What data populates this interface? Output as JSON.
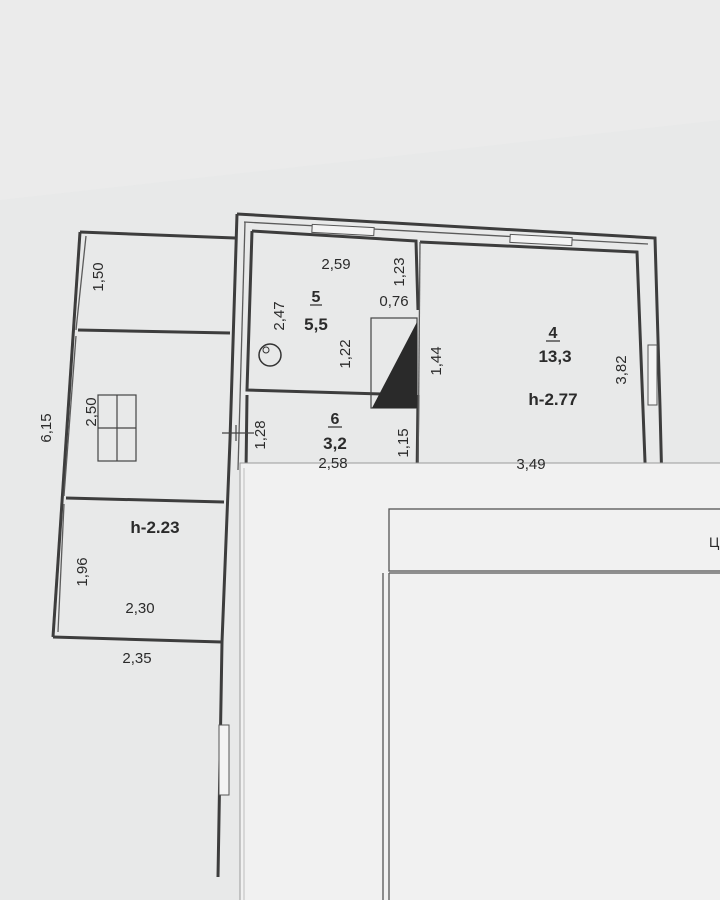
{
  "plan": {
    "rooms": [
      {
        "id": "4",
        "area": "13,3",
        "height": "h-2.77"
      },
      {
        "id": "5",
        "area": "5,5"
      },
      {
        "id": "6",
        "area": "3,2"
      }
    ],
    "left_block_height": "h-2.23",
    "dimensions": {
      "r5_top": "2,59",
      "r5_left": "2,47",
      "r5_right_upper": "1,23",
      "r5_step": "0,76",
      "r5_right_lower": "1,22",
      "r4_left": "1,44",
      "r4_right": "3,82",
      "r4_bottom": "3,49",
      "r6_left": "1,28",
      "r6_right": "1,15",
      "r6_bottom": "2,58",
      "outer_left": "6,15",
      "left_top": "1,50",
      "left_mid": "2,50",
      "left_bot": "1,96",
      "left_bot_width_inner": "2,30",
      "left_bot_width_outer": "2,35"
    },
    "edge_fragment": "Ц"
  }
}
